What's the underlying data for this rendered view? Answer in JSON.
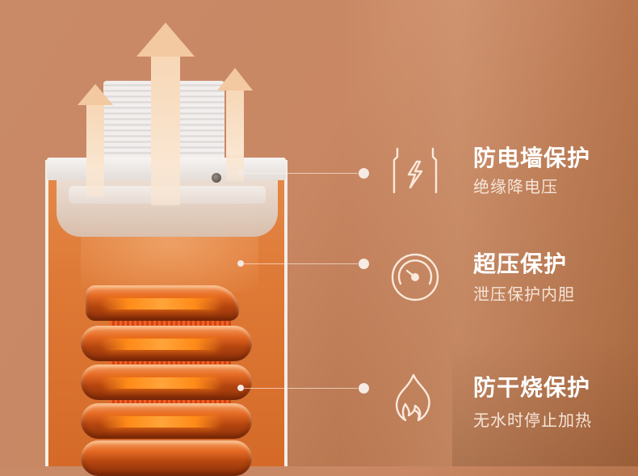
{
  "features": [
    {
      "title": "防电墙保护",
      "subtitle": "绝缘降电压",
      "icon": "electric-wall-lightning-icon"
    },
    {
      "title": "超压保护",
      "subtitle": "泄压保护内胆",
      "icon": "pressure-gauge-icon"
    },
    {
      "title": "防干烧保护",
      "subtitle": "无水时停止加热",
      "icon": "flame-icon"
    }
  ],
  "colors": {
    "background": "#c98763",
    "tank_water": "#de7936",
    "coil": "#e46a24",
    "text": "#ffffff",
    "icon_line": "#fbe9dc"
  }
}
